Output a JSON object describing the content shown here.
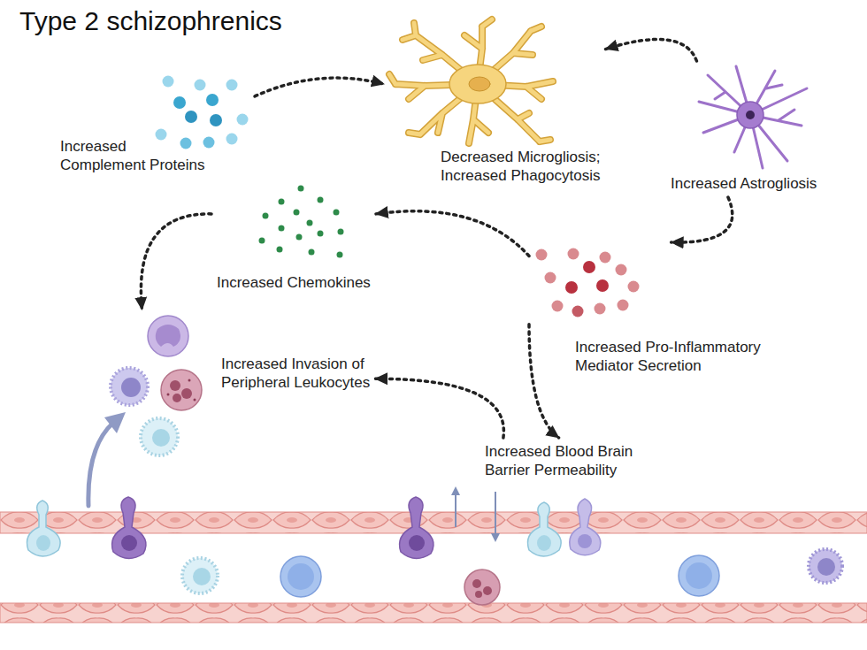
{
  "diagram": {
    "title": "Type 2 schizophrenics",
    "nodes": [
      {
        "text": [
          "Increased Complement Proteins"
        ]
      },
      {
        "text": [
          "Decreased Microgliosis; Increased Phagocytosis"
        ]
      },
      {
        "text": [
          "Increased Astrogliosis"
        ]
      },
      {
        "text": [
          "Increased Chemokines"
        ]
      },
      {
        "text": [
          "Increased Pro-Inflammatory Mediator Secretion"
        ]
      },
      {
        "text": [
          "Increased Invasion of Peripheral Leukocytes"
        ]
      },
      {
        "text": [
          "Increased Blood Brain Barrier Permeability"
        ]
      }
    ],
    "edges": [
      {
        "from": 0,
        "to": 1,
        "arrow": "to"
      },
      {
        "from": 2,
        "to": 1,
        "arrow": "to"
      },
      {
        "from": 2,
        "to": 4,
        "arrow": "to"
      },
      {
        "from": 4,
        "to": 3,
        "arrow": "to"
      },
      {
        "from": 3,
        "to": 5,
        "arrow": "to"
      },
      {
        "from": 4,
        "to": 6,
        "arrow": "to"
      },
      {
        "from": 6,
        "to": 5,
        "arrow": "to"
      }
    ]
  }
}
